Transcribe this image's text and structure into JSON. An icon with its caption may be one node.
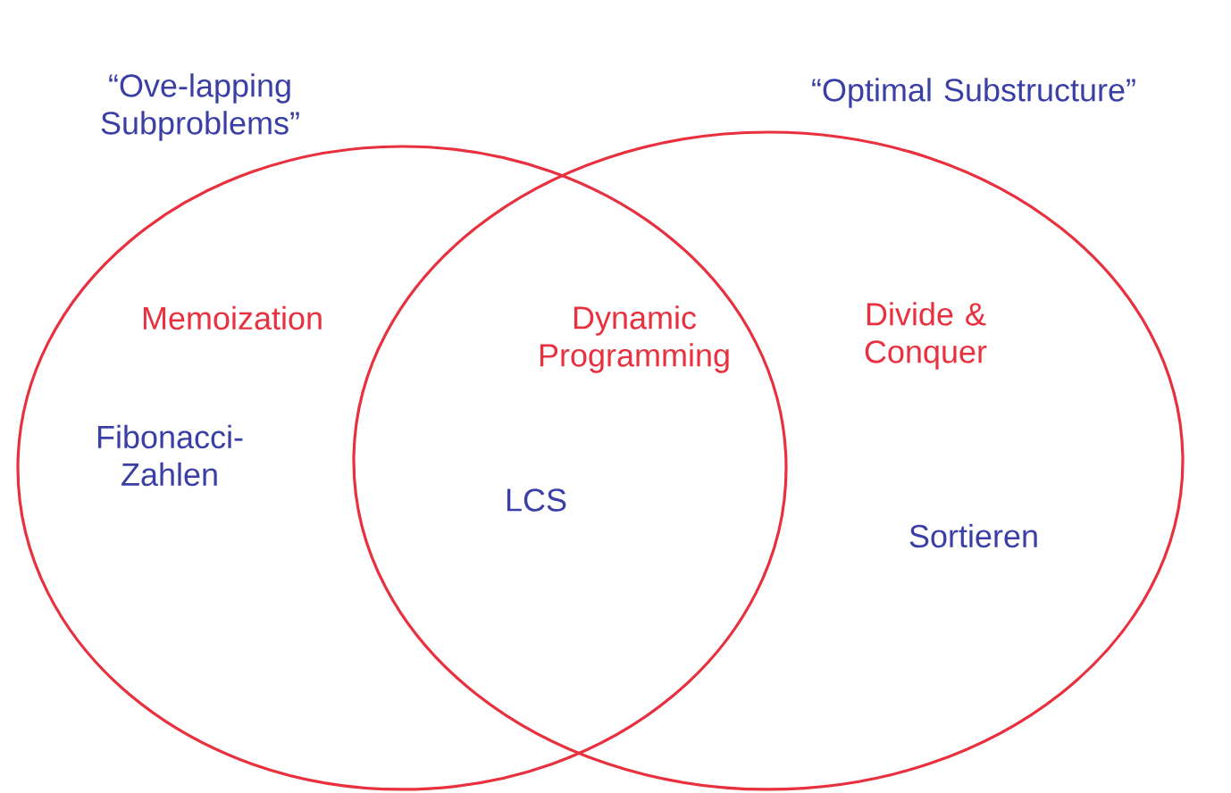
{
  "diagram": {
    "nodes": [
      {
        "text": [
          "“Ove-lapping Subproblems”",
          "Memoization",
          "Fibonacci-Zahlen"
        ]
      },
      {
        "text": [
          "“Optimal Substructure”",
          "Divide & Conquer",
          "Sortieren"
        ]
      }
    ],
    "edges": [],
    "labels": [
      "Dynamic Programming",
      "LCS"
    ]
  }
}
